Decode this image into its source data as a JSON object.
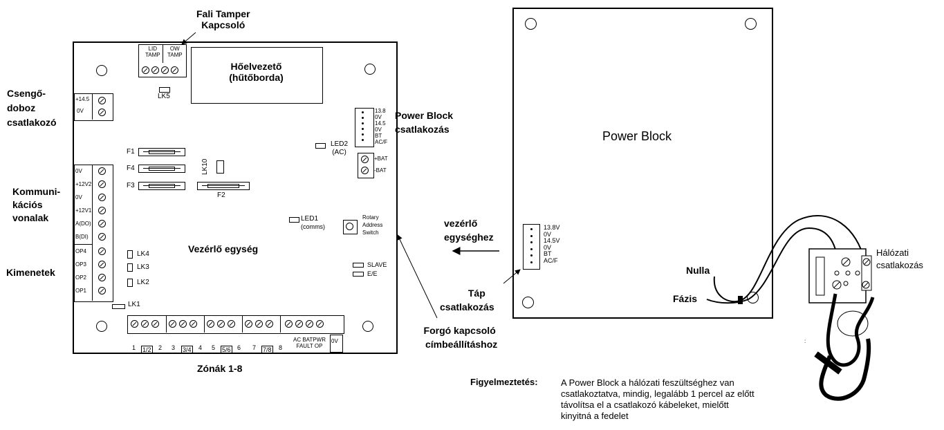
{
  "callouts": {
    "fali_tamper_1": "Fali Tamper",
    "fali_tamper_2": "Kapcsoló",
    "csengo_1": "Csengő-",
    "csengo_2": "doboz",
    "csengo_3": "csatlakozó",
    "kommuni_1": "Kommuni-",
    "kommuni_2": "kációs",
    "kommuni_3": "vonalak",
    "kimenetek": "Kimenetek",
    "power_block_csat_1": "Power Block",
    "power_block_csat_2": "csatlakozás",
    "zonak": "Zónák 1-8",
    "vezerlo_1": "vezérlő",
    "vezerlo_2": "egységhez",
    "tap_1": "Táp",
    "tap_2": "csatlakozás",
    "forgo_1": "Forgó kapcsoló",
    "forgo_2": "címbeállításhoz",
    "nulla": "Nulla",
    "fazis": "Fázis",
    "halozati_1": "Hálózati",
    "halozati_2": "csatlakozás"
  },
  "control_board": {
    "title": "Vezérlő egység",
    "heatsink_1": "Hőelvezető",
    "heatsink_2": "(hűtőborda)",
    "tamper_lid_1": "LID",
    "tamper_lid_2": "TAMP",
    "tamper_ow_1": "OW",
    "tamper_ow_2": "TAMP",
    "lk5": "LK5",
    "lk10": "LK10",
    "lk4": "LK4",
    "lk3": "LK3",
    "lk2": "LK2",
    "lk1": "LK1",
    "bell_terms": [
      "+14.5",
      "0V"
    ],
    "comm_terms": [
      "0V",
      "+12V2",
      "0V",
      "+12V1",
      "A(DO)",
      "B(DI)"
    ],
    "out_terms": [
      "OP4",
      "OP3",
      "OP2",
      "OP1"
    ],
    "fuses": [
      "F1",
      "F4",
      "F3",
      "F2"
    ],
    "led2_1": "LED2",
    "led2_2": "(AC)",
    "led1_1": "LED1",
    "led1_2": "(comms)",
    "rotary_1": "Rotary",
    "rotary_2": "Address",
    "rotary_3": "Switch",
    "power_terms": [
      "13.8",
      "0V",
      "14.5",
      "0V",
      "BT",
      "AC/F"
    ],
    "bat_terms": [
      "+BAT",
      "-BAT"
    ],
    "slave": "SLAVE",
    "ee": "E/E",
    "zone_labels": [
      "1",
      "1/2",
      "2",
      "3",
      "3/4",
      "4",
      "5",
      "5/6",
      "6",
      "7",
      "7/8",
      "8"
    ],
    "bottom_label_1": "AC BATPWR",
    "bottom_label_2": "FAULT OP",
    "bottom_label_0v": "0V"
  },
  "power_block": {
    "title": "Power Block",
    "terms": [
      "13.8V",
      "0V",
      "14.5V",
      "0V",
      "BT",
      "AC/F"
    ]
  },
  "warning": {
    "label": "Figyelmeztetés:",
    "lines": [
      "A Power Block a hálózati feszültséghez van",
      "csatlakoztatva, mindig, legalább 1 percel az előtt",
      "távolítsa el a csatlakozó kábeleket, mielőtt",
      "kinyitná a fedelet"
    ]
  }
}
